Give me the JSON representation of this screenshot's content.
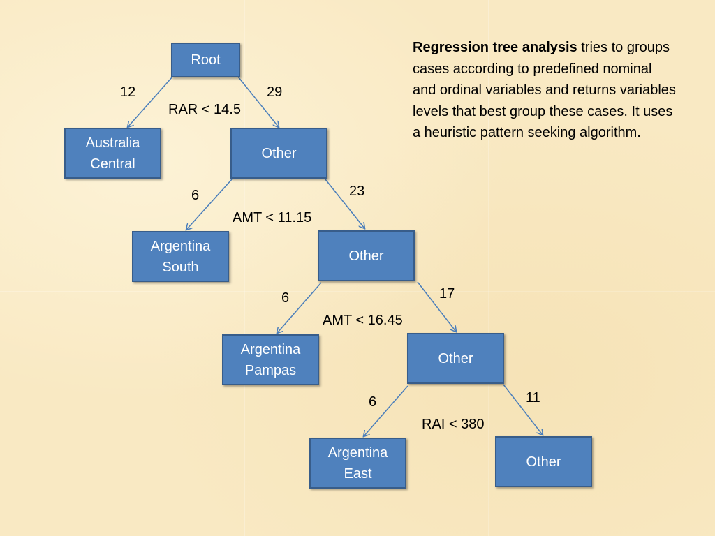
{
  "description": {
    "bold": "Regression tree analysis",
    "text": " tries to groups cases according to predefined nominal and ordinal variables and returns variables levels that best group these cases. It uses a heuristic pattern seeking algorithm."
  },
  "nodes": {
    "root": "Root",
    "australia_central": "Australia\nCentral",
    "other_1": "Other",
    "argentina_south": "Argentina\nSouth",
    "other_2": "Other",
    "argentina_pampas": "Argentina\nPampas",
    "other_3": "Other",
    "argentina_east": "Argentina\nEast",
    "other_4": "Other"
  },
  "splits": {
    "split_1": "RAR < 14.5",
    "split_2": "AMT < 11.15",
    "split_3": "AMT < 16.45",
    "split_4": "RAI < 380"
  },
  "counts": {
    "split_1_left": "12",
    "split_1_right": "29",
    "split_2_left": "6",
    "split_2_right": "23",
    "split_3_left": "6",
    "split_3_right": "17",
    "split_4_left": "6",
    "split_4_right": "11"
  },
  "colors": {
    "node_fill": "#4f81bd",
    "node_border": "#385d8a",
    "edge": "#4f81bd",
    "background": "#f9e9c3"
  }
}
